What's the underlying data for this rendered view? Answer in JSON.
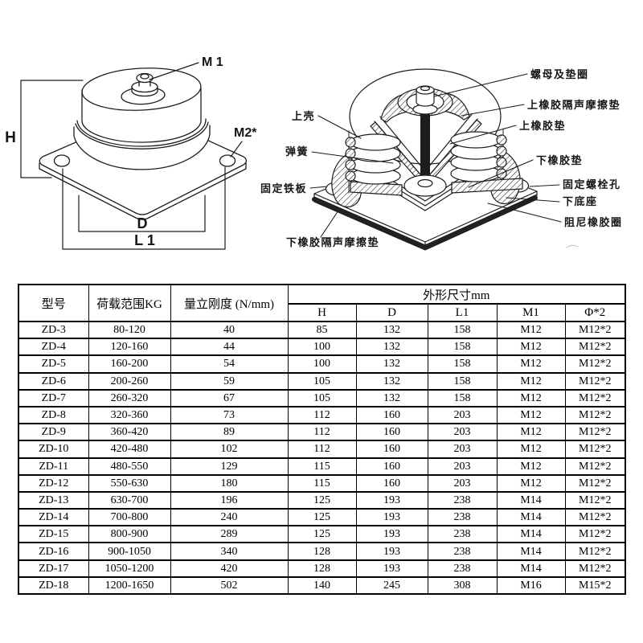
{
  "page": {
    "background": "#ffffff",
    "ink": "#1c1c1c"
  },
  "figure_left": {
    "labels": {
      "m1": "M 1",
      "m2": "M2*",
      "h": "H",
      "d": "D",
      "l1": "L 1"
    }
  },
  "figure_right": {
    "labels": {
      "nut_washer": "螺母及垫圈",
      "upper_friction_pad": "上橡胶隔声摩擦垫",
      "upper_rubber_pad": "上橡胶垫",
      "upper_shell": "上壳",
      "spring": "弹簧",
      "fixing_plate": "固定铁板",
      "lower_friction_pad": "下橡胶隔声摩擦垫",
      "lower_rubber_pad": "下橡胶垫",
      "fixing_bolt_hole": "固定螺栓孔",
      "lower_base": "下底座",
      "damping_rubber_ring": "阻尼橡胶圈"
    }
  },
  "table": {
    "columns": {
      "model": "型号",
      "load_range": "荷载范围KG",
      "stiffness": "量立刚度 (N/mm)",
      "dims_group": "外形尺寸mm",
      "dims": [
        "H",
        "D",
        "L1",
        "M1",
        "Φ*2"
      ]
    },
    "rows": [
      [
        "ZD-3",
        "80-120",
        "40",
        "85",
        "132",
        "158",
        "M12",
        "M12*2"
      ],
      [
        "ZD-4",
        "120-160",
        "44",
        "100",
        "132",
        "158",
        "M12",
        "M12*2"
      ],
      [
        "ZD-5",
        "160-200",
        "54",
        "100",
        "132",
        "158",
        "M12",
        "M12*2"
      ],
      [
        "ZD-6",
        "200-260",
        "59",
        "105",
        "132",
        "158",
        "M12",
        "M12*2"
      ],
      [
        "ZD-7",
        "260-320",
        "67",
        "105",
        "132",
        "158",
        "M12",
        "M12*2"
      ],
      [
        "ZD-8",
        "320-360",
        "73",
        "112",
        "160",
        "203",
        "M12",
        "M12*2"
      ],
      [
        "ZD-9",
        "360-420",
        "89",
        "112",
        "160",
        "203",
        "M12",
        "M12*2"
      ],
      [
        "ZD-10",
        "420-480",
        "102",
        "112",
        "160",
        "203",
        "M12",
        "M12*2"
      ],
      [
        "ZD-11",
        "480-550",
        "129",
        "115",
        "160",
        "203",
        "M12",
        "M12*2"
      ],
      [
        "ZD-12",
        "550-630",
        "180",
        "115",
        "160",
        "203",
        "M12",
        "M12*2"
      ],
      [
        "ZD-13",
        "630-700",
        "196",
        "125",
        "193",
        "238",
        "M14",
        "M12*2"
      ],
      [
        "ZD-14",
        "700-800",
        "240",
        "125",
        "193",
        "238",
        "M14",
        "M12*2"
      ],
      [
        "ZD-15",
        "800-900",
        "289",
        "125",
        "193",
        "238",
        "M14",
        "M12*2"
      ],
      [
        "ZD-16",
        "900-1050",
        "340",
        "128",
        "193",
        "238",
        "M14",
        "M12*2"
      ],
      [
        "ZD-17",
        "1050-1200",
        "420",
        "128",
        "193",
        "238",
        "M14",
        "M12*2"
      ],
      [
        "ZD-18",
        "1200-1650",
        "502",
        "140",
        "245",
        "308",
        "M16",
        "M15*2"
      ]
    ]
  }
}
